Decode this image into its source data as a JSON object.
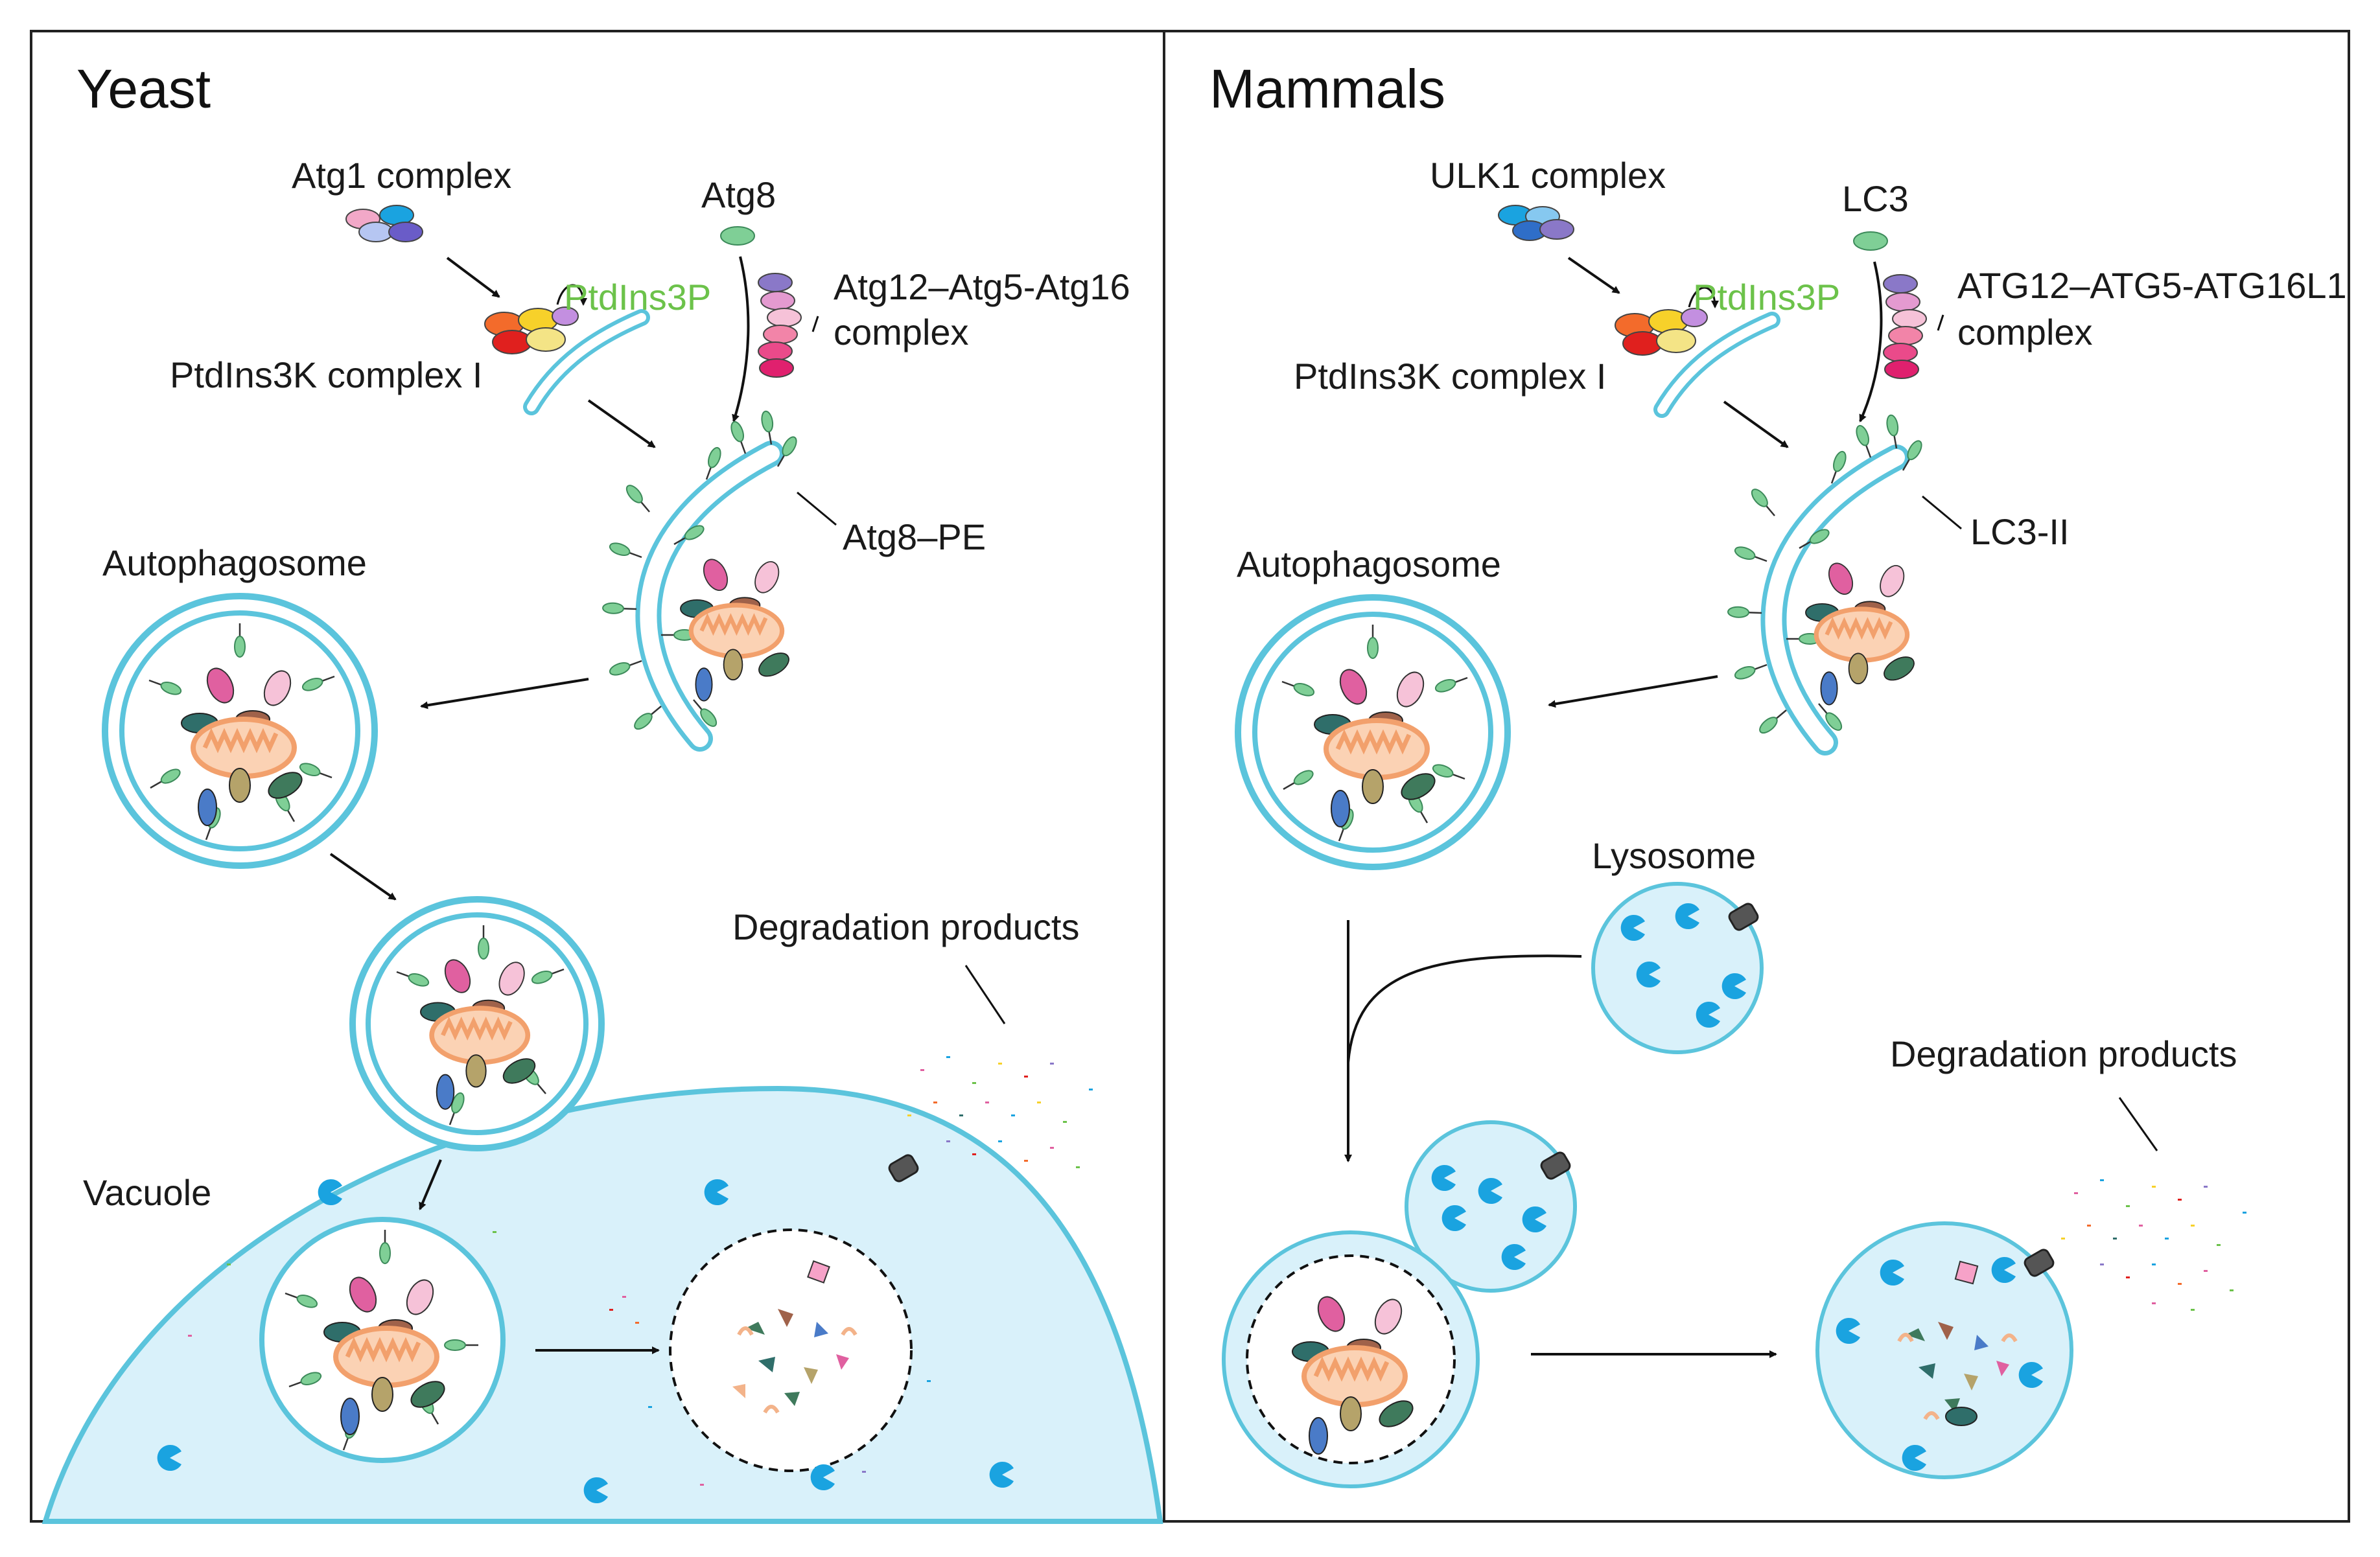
{
  "yeast": {
    "title": "Yeast",
    "atg1_complex": "Atg1 complex",
    "ptdins3p": "PtdIns3P",
    "ptdins3k": "PtdIns3K complex I",
    "atg8": "Atg8",
    "atg12_line1": "Atg12–Atg5-Atg16",
    "atg12_line2": "complex",
    "atg8_pe": "Atg8–PE",
    "autophagosome": "Autophagosome",
    "vacuole": "Vacuole",
    "degradation": "Degradation products"
  },
  "mammals": {
    "title": "Mammals",
    "ulk1_complex": "ULK1 complex",
    "ptdins3p": "PtdIns3P",
    "ptdins3k": "PtdIns3K complex I",
    "lc3": "LC3",
    "atg12_line1": "ATG12–ATG5-ATG16L1",
    "atg12_line2": "complex",
    "lc3_ii": "LC3-II",
    "autophagosome": "Autophagosome",
    "lysosome": "Lysosome",
    "degradation": "Degradation products"
  },
  "colors": {
    "membrane": "#5bc4dc",
    "lumen": "#d9f1fa",
    "marker": "#7fcf96",
    "green_label": "#6cc24a",
    "mito": "#f3b38a",
    "enzyme": "#1aa3e0"
  }
}
